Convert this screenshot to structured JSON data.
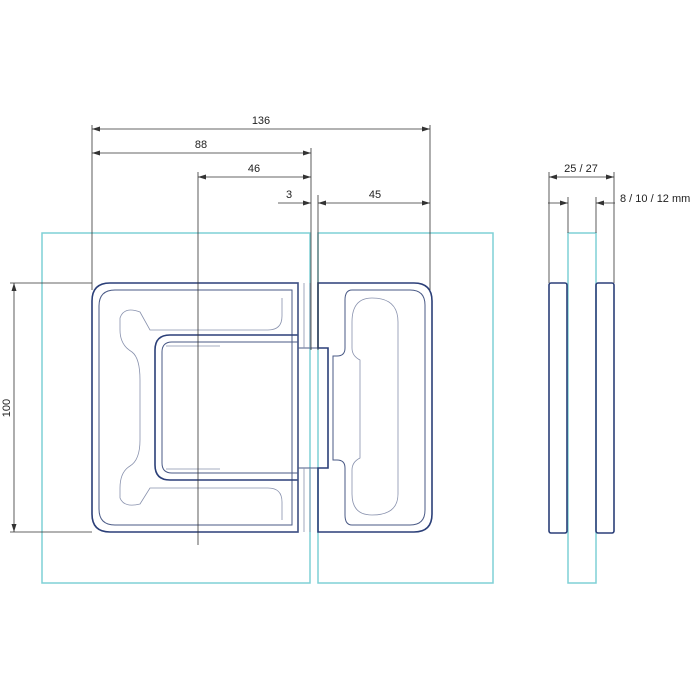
{
  "dimensions": {
    "total_width": "136",
    "to_pin_width": "88",
    "inner_width": "46",
    "gap": "3",
    "right_width": "45",
    "height": "100",
    "side_total": "25 / 27",
    "glass_thickness": "8 / 10 / 12 mm"
  },
  "colors": {
    "glass": "#7fd0d6",
    "hinge_outline": "#2b3f78",
    "dimension_line": "#333333"
  }
}
